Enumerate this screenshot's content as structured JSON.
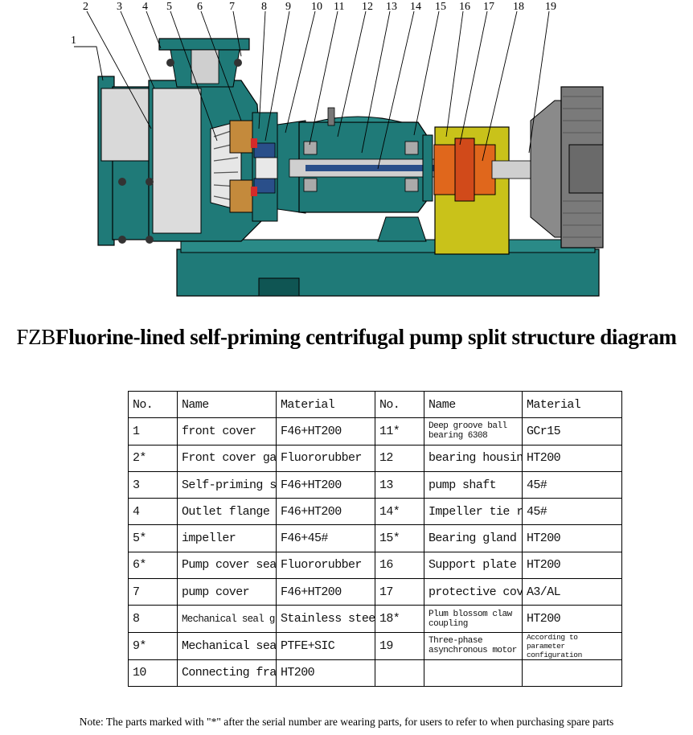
{
  "diagram": {
    "callouts": [
      "1",
      "2",
      "3",
      "4",
      "5",
      "6",
      "7",
      "8",
      "9",
      "10",
      "11",
      "12",
      "13",
      "14",
      "15",
      "16",
      "17",
      "18",
      "19"
    ],
    "colors": {
      "casing": "#1f7a78",
      "casing_dark": "#0f5553",
      "liner": "#d9d9d9",
      "support": "#c9c21a",
      "coupling": "#e0671c",
      "motor": "#8a8a8a",
      "shaft": "#2a4f8a",
      "seal": "#c48a3c"
    }
  },
  "title": {
    "prefix": "FZB",
    "main": "Fluorine-lined self-priming centrifugal pump split structure diagram"
  },
  "table": {
    "headers": [
      "No.",
      "Name",
      "Material",
      "No.",
      "Name",
      "Material"
    ],
    "rows": [
      {
        "no1": "1",
        "name1": "front cover",
        "mat1": "F46+HT200",
        "no2": "11*",
        "name2": "Deep groove ball bearing 6308",
        "mat2": "GCr15"
      },
      {
        "no1": "2*",
        "name1": "Front cover gasket",
        "mat1": "Fluororubber",
        "no2": "12",
        "name2": "bearing housing",
        "mat2": "HT200"
      },
      {
        "no1": "3",
        "name1": "Self-priming shell",
        "mat1": "F46+HT200",
        "no2": "13",
        "name2": "pump shaft",
        "mat2": "45#"
      },
      {
        "no1": "4",
        "name1": "Outlet flange",
        "mat1": "F46+HT200",
        "no2": "14*",
        "name2": "Impeller tie rod",
        "mat2": "45#"
      },
      {
        "no1": "5*",
        "name1": "impeller",
        "mat1": "F46+45#",
        "no2": "15*",
        "name2": "Bearing gland",
        "mat2": "HT200"
      },
      {
        "no1": "6*",
        "name1": "Pump cover seal",
        "mat1": "Fluororubber",
        "no2": "16",
        "name2": "Support plate",
        "mat2": "HT200"
      },
      {
        "no1": "7",
        "name1": "pump cover",
        "mat1": "F46+HT200",
        "no2": "17",
        "name2": "protective cover",
        "mat2": "A3/AL"
      },
      {
        "no1": "8",
        "name1": "Mechanical seal gland",
        "mat1": "Stainless steel",
        "no2": "18*",
        "name2": "Plum blossom claw coupling",
        "mat2": "HT200"
      },
      {
        "no1": "9*",
        "name1": "Mechanical seals",
        "mat1": "PTFE+SIC",
        "no2": "19",
        "name2": "Three-phase asynchronous motor",
        "mat2": "According to parameter configuration"
      },
      {
        "no1": "10",
        "name1": "Connecting frame",
        "mat1": "HT200",
        "no2": "",
        "name2": "",
        "mat2": ""
      }
    ]
  },
  "note": "Note: The parts marked with \"*\" after the serial number are wearing parts, for users to refer to when purchasing spare parts"
}
